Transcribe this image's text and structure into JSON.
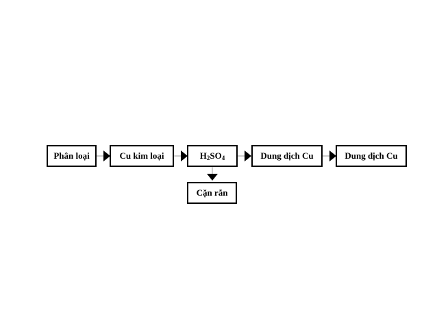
{
  "flow": {
    "step1": "Phân loại",
    "step2": "Cu kim loại",
    "step3": {
      "a": "H",
      "a_sub": "2",
      "b": "SO",
      "b_sub": "4"
    },
    "step4": "Dung dịch Cu",
    "step5": "Dung dịch Cu",
    "residue": "Cặn rắn"
  }
}
